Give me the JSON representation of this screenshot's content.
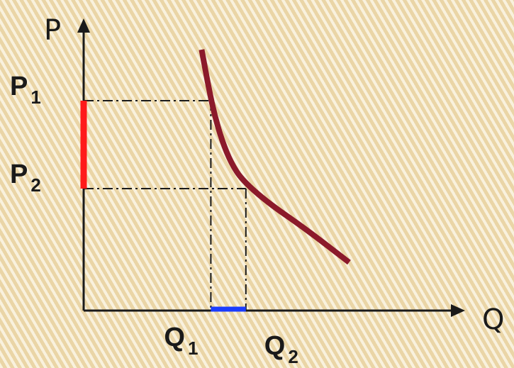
{
  "chart_data": {
    "type": "line",
    "title": "",
    "xlabel": "Q",
    "ylabel": "P",
    "grid": false,
    "xlim": [
      0,
      10
    ],
    "ylim": [
      0,
      10
    ],
    "series": [
      {
        "values": [
          {
            "x": 3.2,
            "y": 9.2
          },
          {
            "x": 3.4,
            "y": 7.8
          },
          {
            "x": 3.55,
            "y": 6.9
          },
          {
            "x": 3.75,
            "y": 6.0
          },
          {
            "x": 4.0,
            "y": 5.2
          },
          {
            "x": 4.3,
            "y": 4.6
          },
          {
            "x": 5.0,
            "y": 3.8
          },
          {
            "x": 6.0,
            "y": 2.9
          },
          {
            "x": 7.2,
            "y": 1.7
          }
        ]
      }
    ],
    "guides": [
      {
        "label": "P1",
        "main": "P",
        "sub": "1",
        "y": 7.4,
        "x": 3.45
      },
      {
        "label": "P2",
        "main": "P",
        "sub": "2",
        "y": 4.3,
        "x": 4.4
      },
      {
        "label": "Q1",
        "main": "Q",
        "sub": "1",
        "x": 3.45
      },
      {
        "label": "Q2",
        "main": "Q",
        "sub": "2",
        "x": 4.4
      }
    ],
    "highlights": {
      "price_range": {
        "from": 4.3,
        "to": 7.4,
        "color": "#ff1a1a"
      },
      "quantity_range": {
        "from": 3.45,
        "to": 4.4,
        "color": "#1a3cff"
      }
    },
    "curve_color": "#8b1a2b"
  }
}
